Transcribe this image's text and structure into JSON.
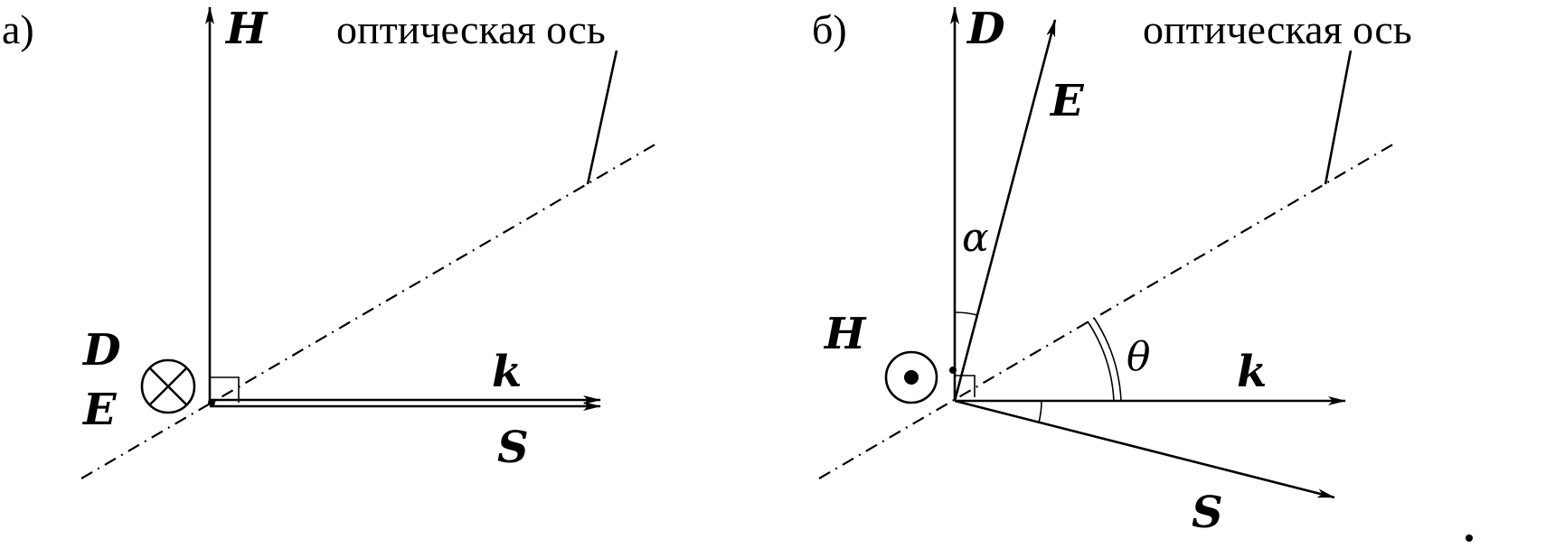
{
  "panel_a": {
    "label": "а)",
    "vectors": {
      "H": "H",
      "D": "D",
      "E": "E",
      "k": "k",
      "S": "S"
    },
    "axis_label": "оптическая ось",
    "into_page_symbol": "into-page-symbol"
  },
  "panel_b": {
    "label": "б)",
    "vectors": {
      "D": "D",
      "E": "E",
      "H": "H",
      "k": "k",
      "S": "S"
    },
    "angles": {
      "alpha": "α",
      "theta": "θ"
    },
    "axis_label": "оптическая ось",
    "out_of_page_symbol": "out-of-page-symbol"
  }
}
